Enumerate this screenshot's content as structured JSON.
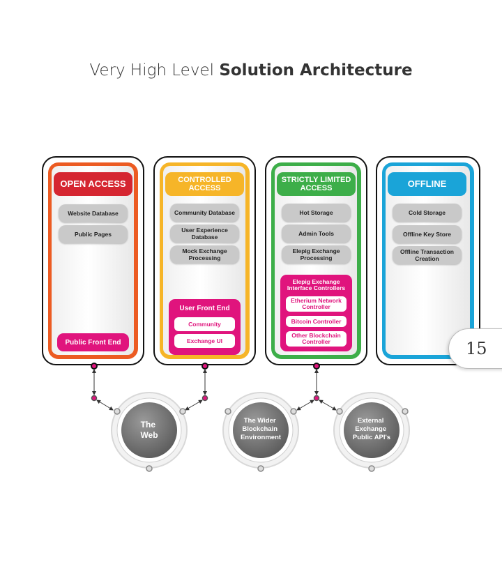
{
  "title": {
    "light": "Very High Level",
    "bold": "Solution Architecture"
  },
  "colors": {
    "open": "#ec5b22",
    "open_header": "#d52631",
    "controlled": "#f6b528",
    "strict": "#3dae49",
    "offline": "#1aa4d8",
    "magenta": "#e0147d",
    "pill": "#c9c9c9"
  },
  "columns": {
    "open": {
      "header": "OPEN ACCESS",
      "items": [
        "Website Database",
        "Public Pages"
      ],
      "footer": "Public Front End"
    },
    "controlled": {
      "header": "CONTROLLED ACCESS",
      "items": [
        "Community Database",
        "User Experience Database",
        "Mock Exchange Processing"
      ],
      "group": {
        "title": "User Front End",
        "items": [
          "Community",
          "Exchange UI"
        ]
      }
    },
    "strict": {
      "header": "STRICTLY LIMITED ACCESS",
      "items": [
        "Hot Storage",
        "Admin Tools",
        "Elepig Exchange Processing"
      ],
      "group": {
        "title": "Elepig Exchange Interface Controllers",
        "items": [
          "Etherium Network Controller",
          "Bitcoin Controller",
          "Other Blockchain Controller"
        ]
      }
    },
    "offline": {
      "header": "OFFLINE",
      "items": [
        "Cold Storage",
        "Offline Key Store",
        "Offline Transaction Creation"
      ]
    }
  },
  "nodes": {
    "web": "The Web",
    "blockchain": "The Wider Blockchain Environment",
    "exchange": "External Exchange Public API's"
  },
  "page_number": "15"
}
